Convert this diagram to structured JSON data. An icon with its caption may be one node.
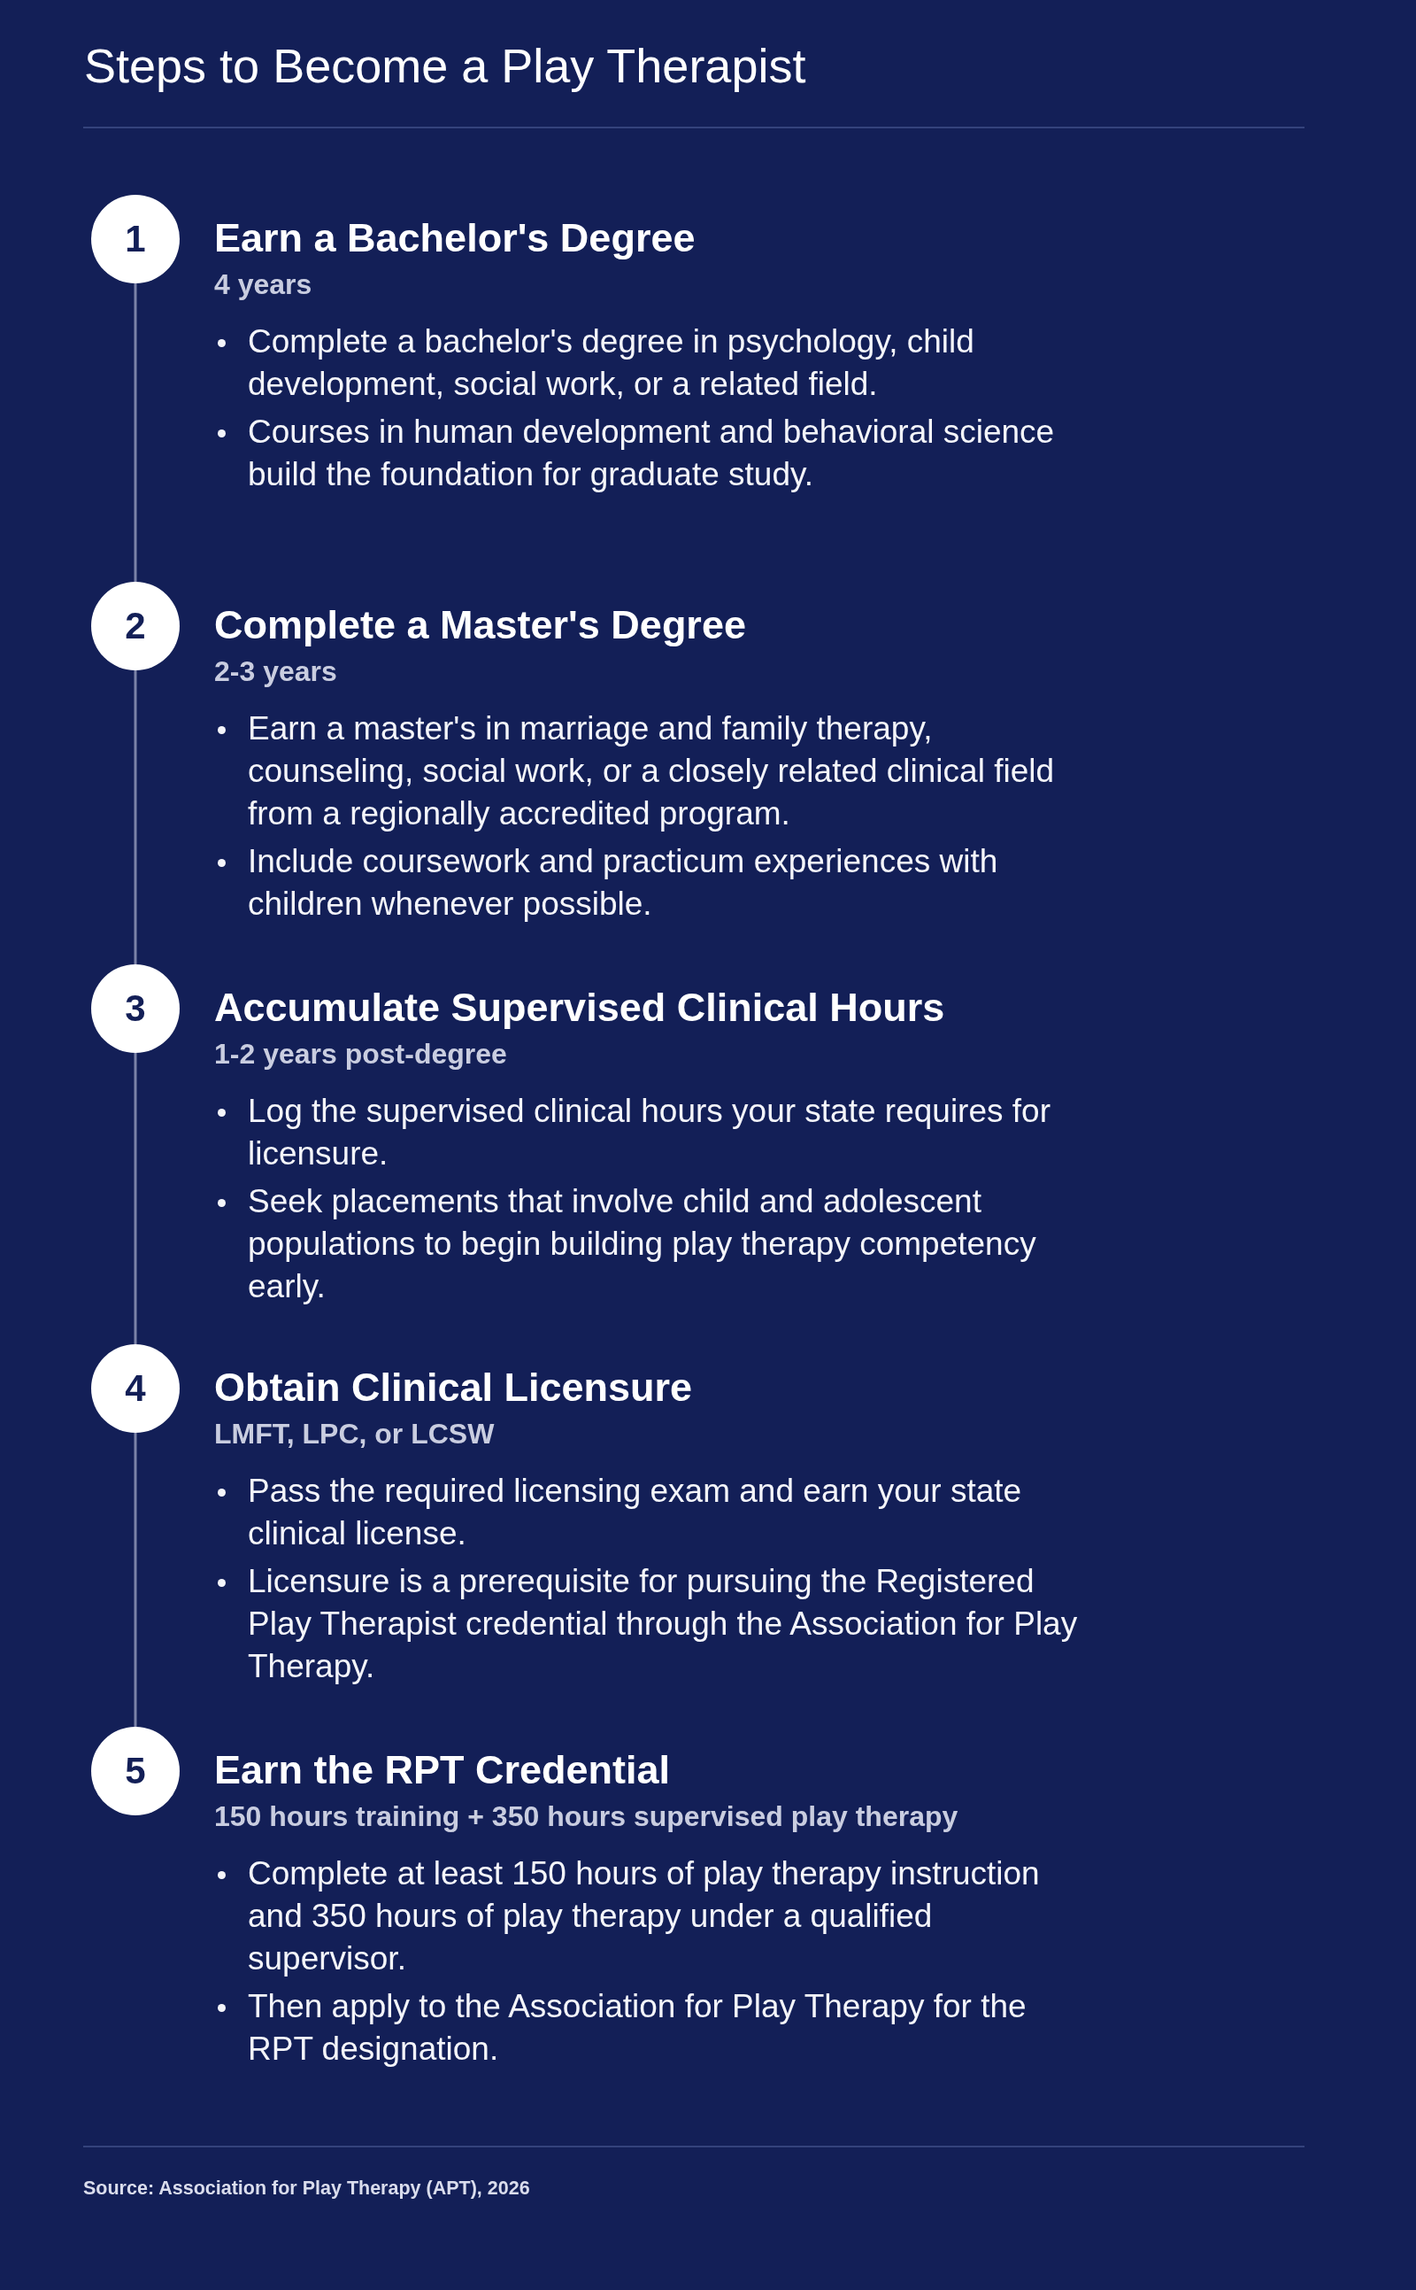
{
  "diagram": {
    "title": "Steps to Become a Play Therapist",
    "caption": "Source: Association for Play Therapy (APT), 2026",
    "nodes": [
      {
        "text": [
          "1"
        ],
        "beside": [
          "Earn a Bachelor's Degree",
          "4 years",
          "Complete a bachelor's degree in psychology, child development, social work, or a related field.",
          "Courses in human development and behavioral science build the foundation for graduate study."
        ]
      },
      {
        "text": [
          "2"
        ],
        "beside": [
          "Complete a Master's Degree",
          "2-3 years",
          "Earn a master's in marriage and family therapy, counseling, social work, or a closely related clinical field from a regionally accredited program.",
          "Include coursework and practicum experiences with children whenever possible."
        ]
      },
      {
        "text": [
          "3"
        ],
        "beside": [
          "Accumulate Supervised Clinical Hours",
          "1-2 years post-degree",
          "Log the supervised clinical hours your state requires for licensure.",
          "Seek placements that involve child and adolescent populations to begin building play therapy competency early."
        ]
      },
      {
        "text": [
          "4"
        ],
        "beside": [
          "Obtain Clinical Licensure",
          "LMFT, LPC, or LCSW",
          "Pass the required licensing exam and earn your state clinical license.",
          "Licensure is a prerequisite for pursuing the Registered Play Therapist credential through the Association for Play Therapy."
        ]
      },
      {
        "text": [
          "5"
        ],
        "beside": [
          "Earn the RPT Credential",
          "150 hours training + 350 hours supervised play therapy",
          "Complete at least 150 hours of play therapy instruction and 350 hours of play therapy under a qualified supervisor.",
          "Then apply to the Association for Play Therapy for the RPT designation."
        ]
      }
    ],
    "edges": [
      {
        "from": 0,
        "to": 1,
        "arrow": "none"
      },
      {
        "from": 1,
        "to": 2,
        "arrow": "none"
      },
      {
        "from": 2,
        "to": 3,
        "arrow": "none"
      },
      {
        "from": 3,
        "to": 4,
        "arrow": "none"
      }
    ]
  }
}
